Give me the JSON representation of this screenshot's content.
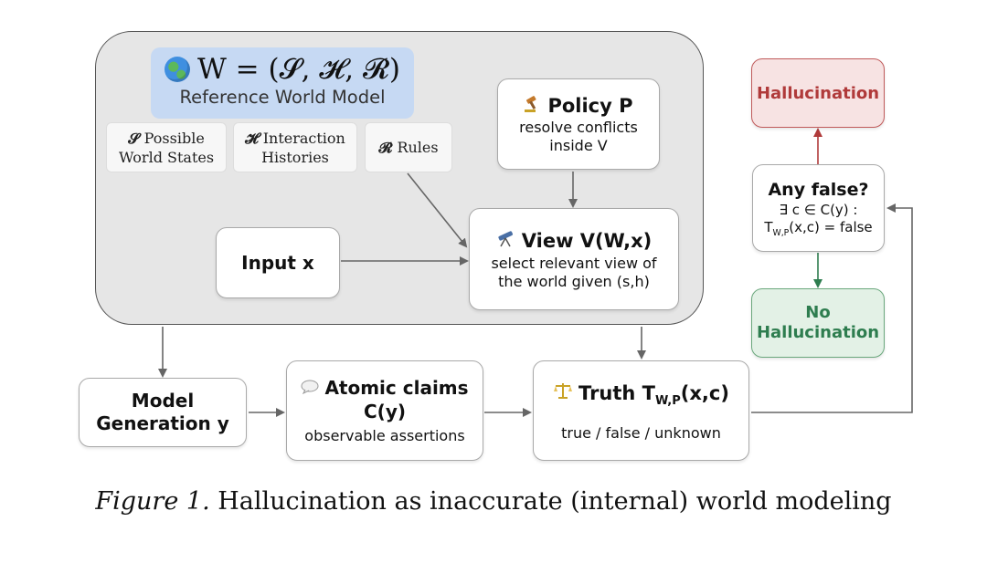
{
  "world_model": {
    "formula": "W = (𝓢, 𝓗, 𝓡)",
    "subtitle": "Reference World Model",
    "icon": "globe-icon",
    "components": {
      "states": {
        "symbol": "𝓢",
        "line1": "Possible",
        "line2": "World States"
      },
      "histories": {
        "symbol": "𝓗",
        "line1": "Interaction",
        "line2": "Histories"
      },
      "rules": {
        "symbol": "𝓡",
        "line1": "Rules"
      }
    }
  },
  "policy": {
    "title": "Policy P",
    "desc1": "resolve conflicts",
    "desc2": "inside V",
    "icon": "gavel-icon"
  },
  "view": {
    "title": "View V(W,x)",
    "desc1": "select relevant view of",
    "desc2": "the world given (s,h)",
    "icon": "telescope-icon"
  },
  "input": {
    "label": "Input x"
  },
  "generation": {
    "line1": "Model",
    "line2": "Generation y"
  },
  "claims": {
    "title": "Atomic claims",
    "title2": "C(y)",
    "desc": "observable assertions",
    "icon": "speech-bubble-icon"
  },
  "truth": {
    "title": "Truth T",
    "subscript": "W,P",
    "args": "(x,c)",
    "desc": "true / false / unknown",
    "icon": "scales-icon"
  },
  "decision": {
    "title": "Any false?",
    "line1": "∃ c ∈ C(y) :",
    "line2_prefix": "T",
    "line2_sub": "W,P",
    "line2_suffix": "(x,c) = false"
  },
  "hallucination": {
    "label": "Hallucination"
  },
  "no_hallucination": {
    "line1": "No",
    "line2": "Hallucination"
  },
  "caption": {
    "prefix": "Figure 1.",
    "text": " Hallucination as inaccurate (internal) world modeling"
  },
  "colors": {
    "hallucination": "#b03a3a",
    "no_hallucination": "#2e7d4f",
    "arrow": "#666666",
    "header": "#c6d9f3"
  }
}
